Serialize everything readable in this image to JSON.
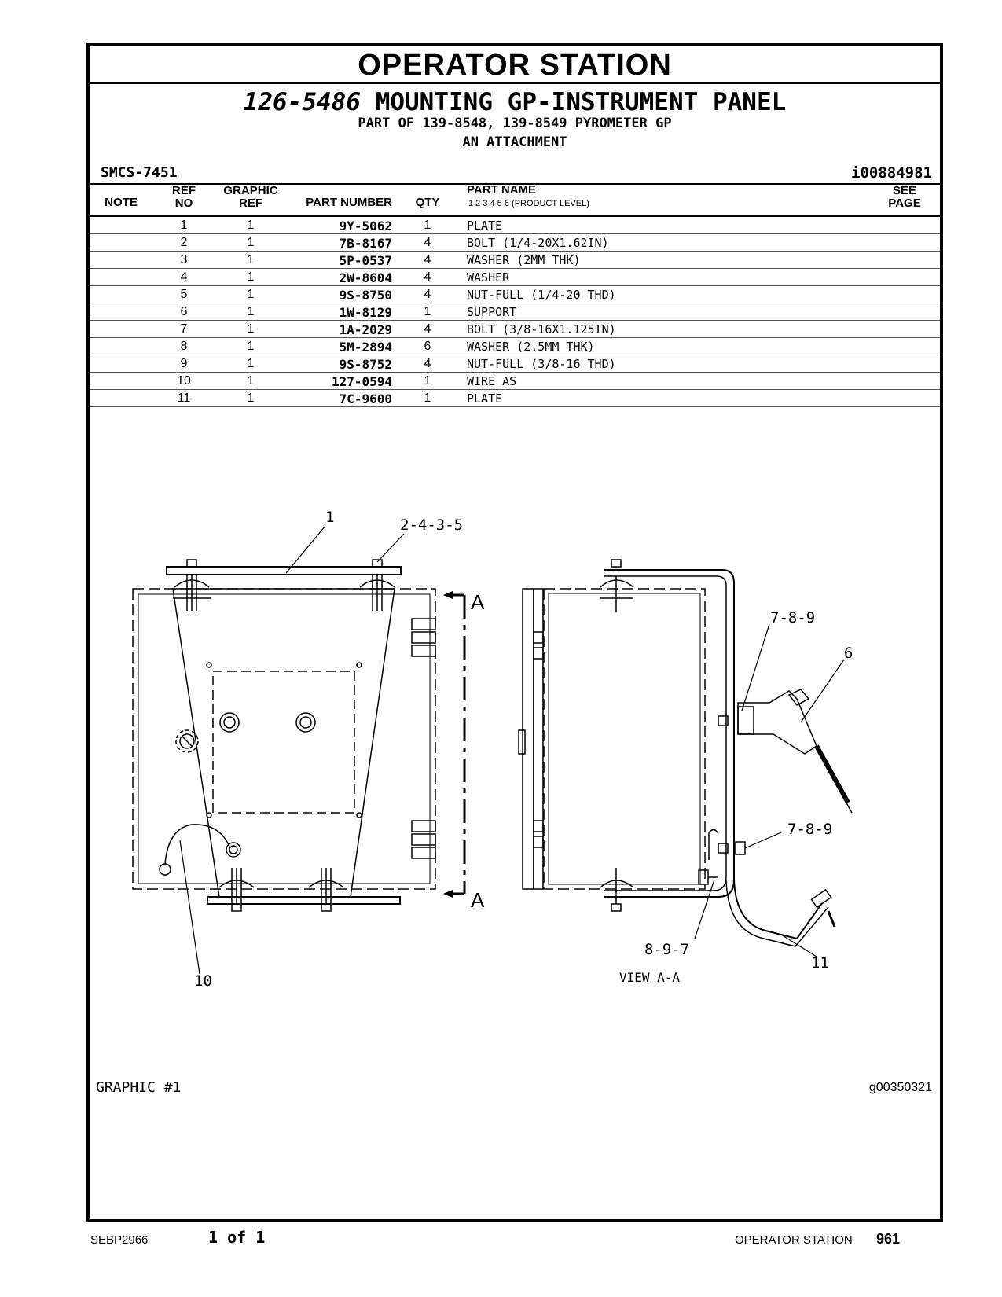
{
  "header": {
    "section_title": "OPERATOR STATION",
    "part_number": "126-5486",
    "group_name": "MOUNTING GP-INSTRUMENT PANEL",
    "part_of": "PART OF 139-8548, 139-8549 PYROMETER GP",
    "attachment": "AN ATTACHMENT",
    "smcs": "SMCS-7451",
    "illustration_id": "i00884981"
  },
  "table": {
    "headers": {
      "note": "NOTE",
      "ref_1": "REF",
      "ref_2": "NO",
      "graphic_1": "GRAPHIC",
      "graphic_2": "REF",
      "part_number": "PART NUMBER",
      "qty": "QTY",
      "part_name": "PART NAME",
      "product_level": "1   2   3   4   5   6   (PRODUCT LEVEL)",
      "see_1": "SEE",
      "see_2": "PAGE"
    },
    "rows": [
      {
        "ref": "1",
        "graphic": "1",
        "part_number": "9Y-5062",
        "qty": "1",
        "name": "PLATE"
      },
      {
        "ref": "2",
        "graphic": "1",
        "part_number": "7B-8167",
        "qty": "4",
        "name": "BOLT (1/4-20X1.62IN)"
      },
      {
        "ref": "3",
        "graphic": "1",
        "part_number": "5P-0537",
        "qty": "4",
        "name": "WASHER (2MM THK)"
      },
      {
        "ref": "4",
        "graphic": "1",
        "part_number": "2W-8604",
        "qty": "4",
        "name": "WASHER"
      },
      {
        "ref": "5",
        "graphic": "1",
        "part_number": "9S-8750",
        "qty": "4",
        "name": "NUT-FULL (1/4-20 THD)"
      },
      {
        "ref": "6",
        "graphic": "1",
        "part_number": "1W-8129",
        "qty": "1",
        "name": "SUPPORT"
      },
      {
        "ref": "7",
        "graphic": "1",
        "part_number": "1A-2029",
        "qty": "4",
        "name": "BOLT (3/8-16X1.125IN)"
      },
      {
        "ref": "8",
        "graphic": "1",
        "part_number": "5M-2894",
        "qty": "6",
        "name": "WASHER (2.5MM THK)"
      },
      {
        "ref": "9",
        "graphic": "1",
        "part_number": "9S-8752",
        "qty": "4",
        "name": "NUT-FULL (3/8-16 THD)"
      },
      {
        "ref": "10",
        "graphic": "1",
        "part_number": "127-0594",
        "qty": "1",
        "name": "WIRE AS"
      },
      {
        "ref": "11",
        "graphic": "1",
        "part_number": "7C-9600",
        "qty": "1",
        "name": "PLATE"
      }
    ]
  },
  "drawing": {
    "callout_1": "1",
    "callout_2435": "2-4-3-5",
    "section_a_top": "A",
    "section_a_bottom": "A",
    "callout_789_top": "7-8-9",
    "callout_6": "6",
    "callout_789_mid": "7-8-9",
    "callout_897": "8-9-7",
    "callout_10": "10",
    "callout_11": "11",
    "view_label": "VIEW A-A"
  },
  "graphic_label": "GRAPHIC #1",
  "graphic_id": "g00350321",
  "footer": {
    "doc_number": "SEBP2966",
    "page_of": "1 of 1",
    "section": "OPERATOR STATION",
    "page_number": "961"
  }
}
